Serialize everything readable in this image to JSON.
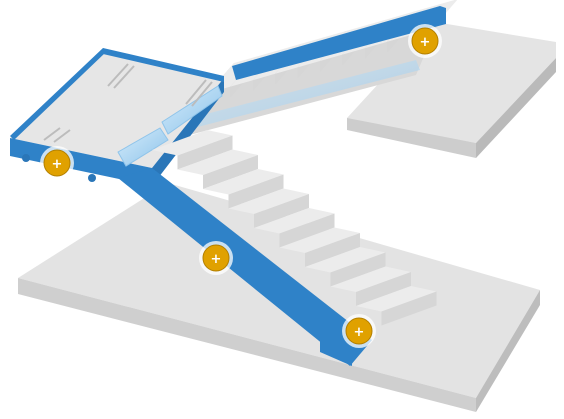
{
  "colors": {
    "floor_top": "#e3e3e3",
    "floor_left": "#cfcfcf",
    "floor_front": "#bdbdbd",
    "step_tread": "#ececec",
    "step_riser": "#d6d6d6",
    "stringer": "#2f82c8",
    "stringer_dark": "#1f5f9a",
    "glass": "#a9d3f2",
    "hotspot_fill": "#e0a100",
    "hotspot_ring": "#ffffff"
  },
  "hotspots": [
    {
      "id": "landing",
      "label": "+"
    },
    {
      "id": "upper-flight",
      "label": "+"
    },
    {
      "id": "lower-flight-mid",
      "label": "+"
    },
    {
      "id": "lower-flight-bottom",
      "label": "+"
    }
  ]
}
